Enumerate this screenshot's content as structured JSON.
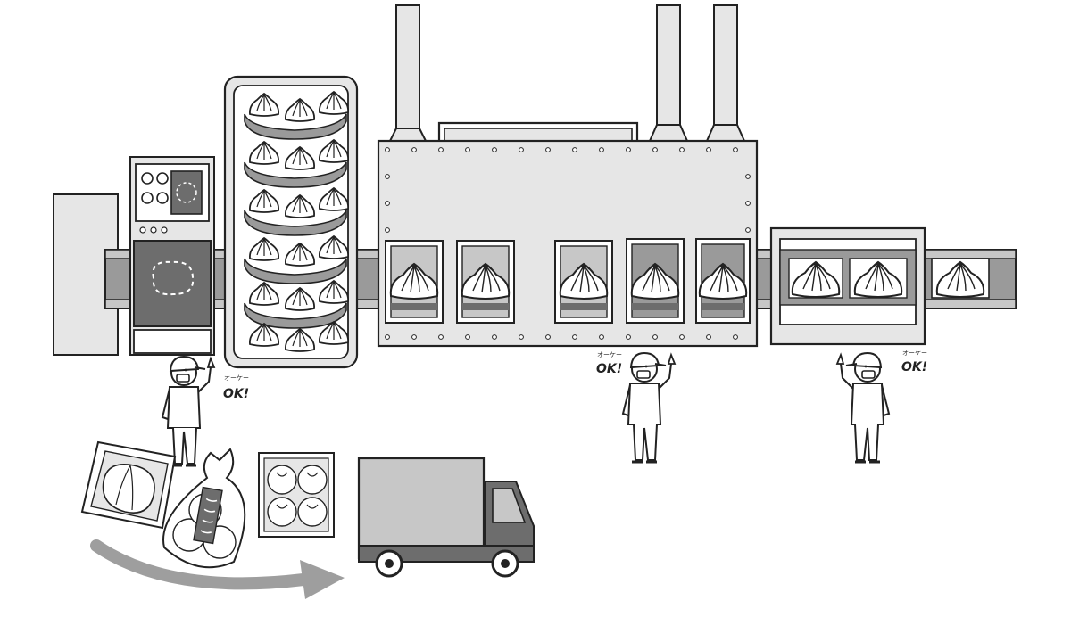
{
  "illustration": {
    "style": "grayscale line drawing",
    "subject": "steamed bun (nikuman) factory line"
  },
  "callouts": [
    {
      "furigana": "オーケー",
      "text": "OK!"
    },
    {
      "furigana": "オーケー",
      "text": "OK!"
    },
    {
      "furigana": "オーケー",
      "text": "OK!"
    }
  ],
  "colors": {
    "line": "#222222",
    "machine_fill": "#e6e6e6",
    "conveyor": "#9a9a9a",
    "dark_panel": "#6d6d6d",
    "arrow": "#9e9e9e"
  }
}
